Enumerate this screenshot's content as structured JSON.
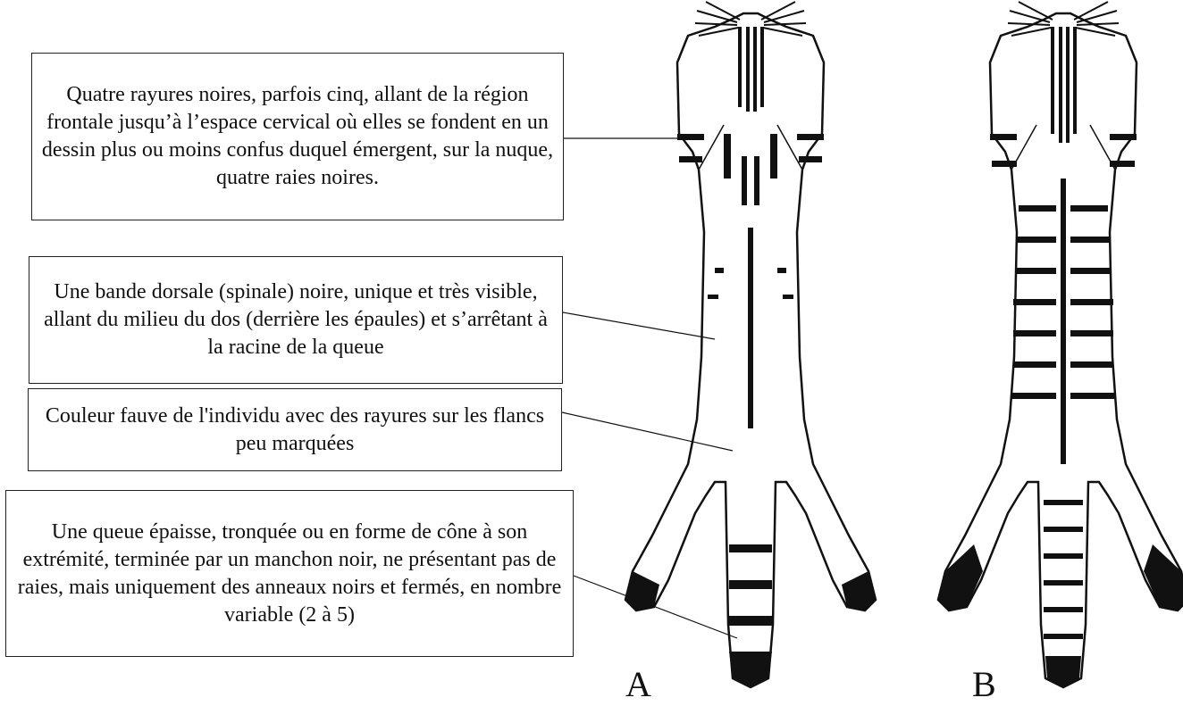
{
  "annotations": [
    {
      "id": "n1",
      "text": "Quatre rayures noires, parfois cinq, allant de la région frontale jusqu’à l’espace cervical où elles se fondent en un dessin plus ou moins confus duquel émergent, sur la nuque, quatre raies noires."
    },
    {
      "id": "n2",
      "text": "Une bande dorsale (spinale) noire, unique et très visible, allant du milieu du dos (derrière les épaules) et s’arrêtant à la racine de la queue"
    },
    {
      "id": "n3",
      "text": "Couleur fauve de l'individu avec des rayures sur les flancs peu marquées"
    },
    {
      "id": "n4",
      "text": "Une queue épaisse, tronquée ou en forme de cône à son extrémité, terminée par un manchon noir, ne présentant pas de raies, mais uniquement des anneaux noirs et fermés, en nombre variable (2 à 5)"
    }
  ],
  "figure_labels": {
    "a": "A",
    "b": "B"
  },
  "colors": {
    "ink": "#111111",
    "paper": "#ffffff",
    "box_border": "#222222"
  }
}
